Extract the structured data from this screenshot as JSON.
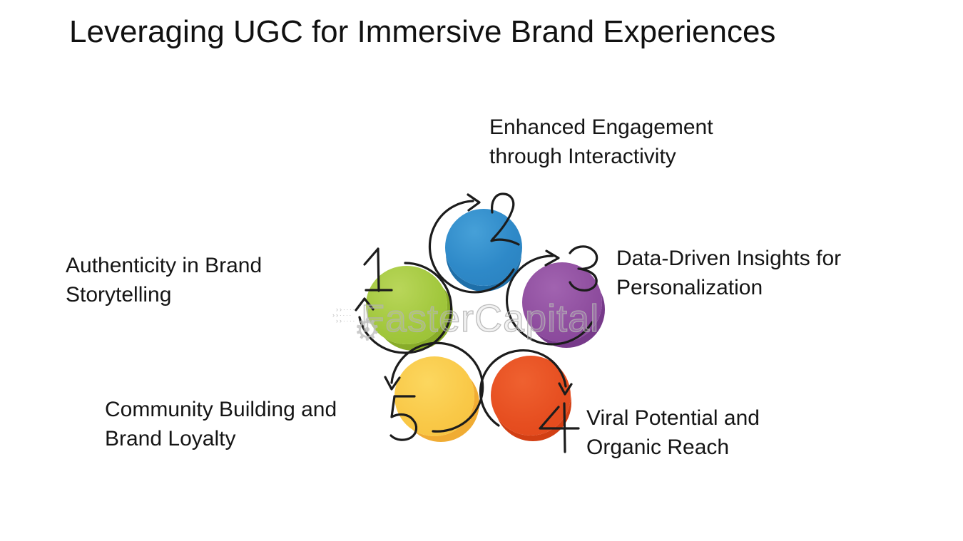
{
  "title": "Leveraging UGC for Immersive Brand Experiences",
  "watermark": {
    "text": "FasterCapital",
    "color": "#b2b2b2"
  },
  "steps": [
    {
      "number": "1",
      "line1": "Authenticity in Brand",
      "line2": "Storytelling",
      "color": "#9cc236"
    },
    {
      "number": "2",
      "line1": "Enhanced Engagement",
      "line2": "through Interactivity",
      "color": "#2e89c8"
    },
    {
      "number": "3",
      "line1": "Data-Driven Insights for",
      "line2": "Personalization",
      "color": "#8e4d9e"
    },
    {
      "number": "4",
      "line1": "Viral Potential and",
      "line2": "Organic Reach",
      "color": "#e64e20"
    },
    {
      "number": "5",
      "line1": "Community Building and",
      "line2": "Brand Loyalty",
      "color": "#f9c847"
    }
  ]
}
